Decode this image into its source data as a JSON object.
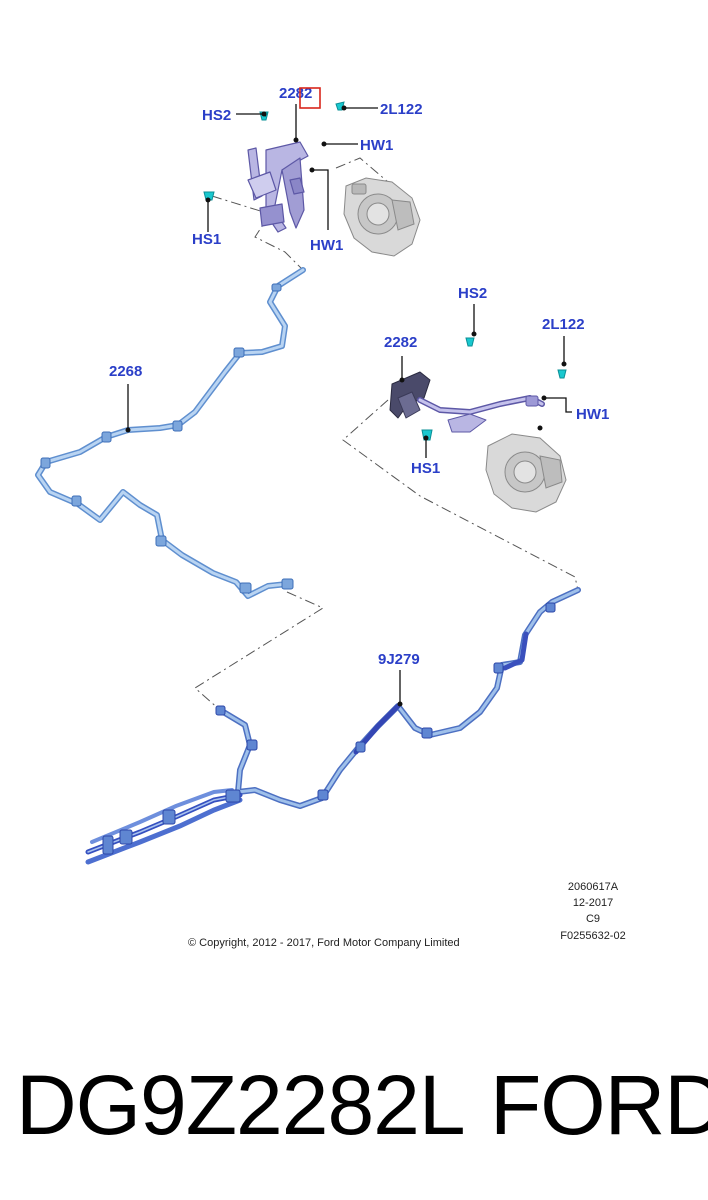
{
  "callouts": {
    "top_hs2": "HS2",
    "top_2282": "2282",
    "top_2l122": "2L122",
    "top_hw1_a": "HW1",
    "top_hw1_b": "HW1",
    "top_hs1": "HS1",
    "left_2268": "2268",
    "right_hs2": "HS2",
    "right_2l122": "2L122",
    "right_2282": "2282",
    "right_hw1": "HW1",
    "right_hs1": "HS1",
    "bottom_9j279": "9J279"
  },
  "drawing_info": {
    "line1": "2060617A",
    "line2": "12-2017",
    "line3": "C9",
    "line4": "F0255632-02"
  },
  "copyright": "© Copyright, 2012 - 2017, Ford Motor Company Limited",
  "caption": {
    "part_number": "DG9Z2282L",
    "brand": "FORD"
  },
  "colors": {
    "label": "#2b3fc8",
    "highlight": "#d9261c",
    "tube_light": "#8fb8e6",
    "tube_dark": "#3f56c4",
    "clip": "#19c8cf",
    "bracket": "#8b87c7",
    "caliper": "#c9c9c9"
  }
}
